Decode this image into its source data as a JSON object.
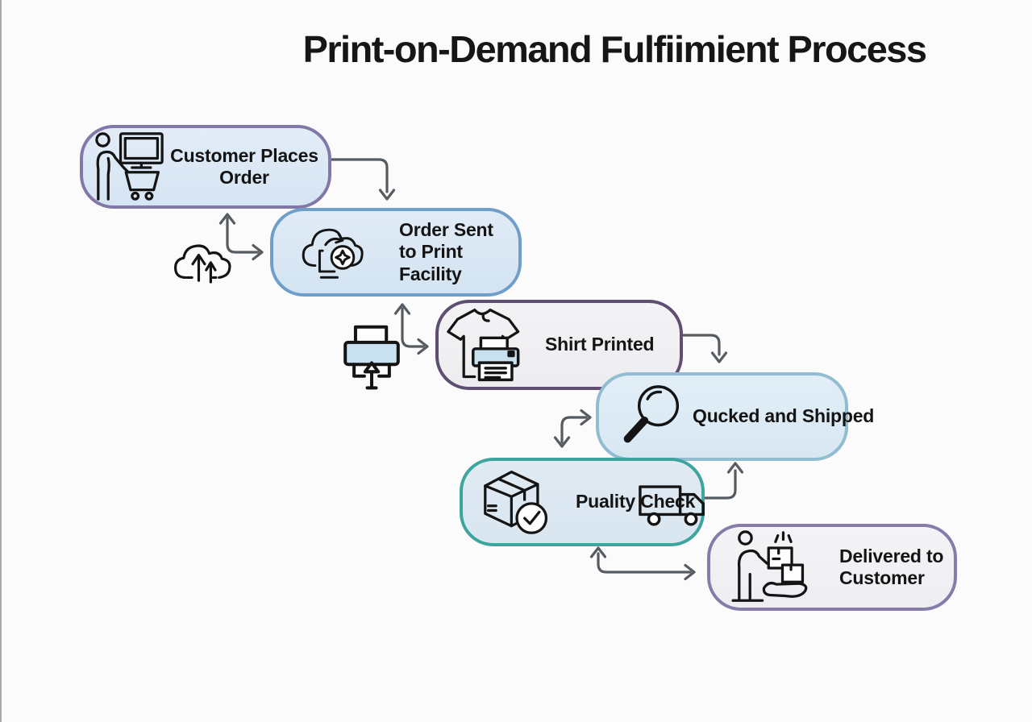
{
  "title": "Print-on-Demand Fulfiimient Process",
  "nodes": [
    {
      "id": "customer-places-order",
      "label": "Customer Places Order",
      "icon": "person-cart-monitor-icon",
      "border_color": "#8278A8",
      "fill_color": "#D6E5F3"
    },
    {
      "id": "order-sent-to-print-facility",
      "label": "Order Sent to Print Facility",
      "icon": "cloud-order-icon",
      "border_color": "#6F9FC8",
      "fill_color": "#D4E4F2"
    },
    {
      "id": "shirt-printed",
      "label": "Shirt Printed",
      "icon": "tshirt-printer-icon",
      "border_color": "#5D4E72",
      "fill_color": "#EDECEF"
    },
    {
      "id": "qucked-and-shipped",
      "label": "Qucked and Shipped",
      "icon": "magnifier-icon",
      "border_color": "#92BCD0",
      "fill_color": "#D8E8F3"
    },
    {
      "id": "puality-check",
      "label": "Puality Check",
      "icon": "box-check-icon",
      "border_color": "#3DA49E",
      "fill_color": "#D9E6F0"
    },
    {
      "id": "delivered-to-customer",
      "label": "Delivered to Customer",
      "icon": "delivery-person-icon",
      "border_color": "#877CA9",
      "fill_color": "#EEEDF1"
    }
  ],
  "floating_icons": [
    {
      "name": "cloud-upload-icon",
      "position": "left of Order Sent to Print Facility"
    },
    {
      "name": "printer-icon",
      "position": "left of Shirt Printed"
    },
    {
      "name": "delivery-truck-icon",
      "position": "overlapping Puality Check label"
    }
  ],
  "edges": [
    {
      "from": "customer-places-order",
      "to": "order-sent-to-print-facility",
      "shape": "right-then-down",
      "arrowheads": [
        "down"
      ]
    },
    {
      "from": "order-sent-to-print-facility",
      "to": "customer-places-order",
      "shape": "elbow",
      "arrowheads": [
        "up",
        "right"
      ]
    },
    {
      "from": "order-sent-to-print-facility",
      "to": "shirt-printed",
      "shape": "elbow",
      "arrowheads": [
        "up",
        "right"
      ]
    },
    {
      "from": "shirt-printed",
      "to": "qucked-and-shipped",
      "shape": "right-then-down",
      "arrowheads": [
        "down"
      ]
    },
    {
      "from": "qucked-and-shipped",
      "to": "puality-check",
      "shape": "elbow",
      "arrowheads": [
        "down",
        "right"
      ]
    },
    {
      "from": "puality-check",
      "to": "qucked-and-shipped",
      "shape": "right-then-up",
      "arrowheads": [
        "up"
      ]
    },
    {
      "from": "puality-check",
      "to": "delivered-to-customer",
      "shape": "elbow",
      "arrowheads": [
        "up",
        "right"
      ]
    }
  ],
  "style": {
    "background_color": "#FBFBFB",
    "arrow_color": "#565B61",
    "icon_stroke_color": "#141414",
    "printer_fill_color": "#C9E0EF",
    "title_color": "#161616"
  }
}
